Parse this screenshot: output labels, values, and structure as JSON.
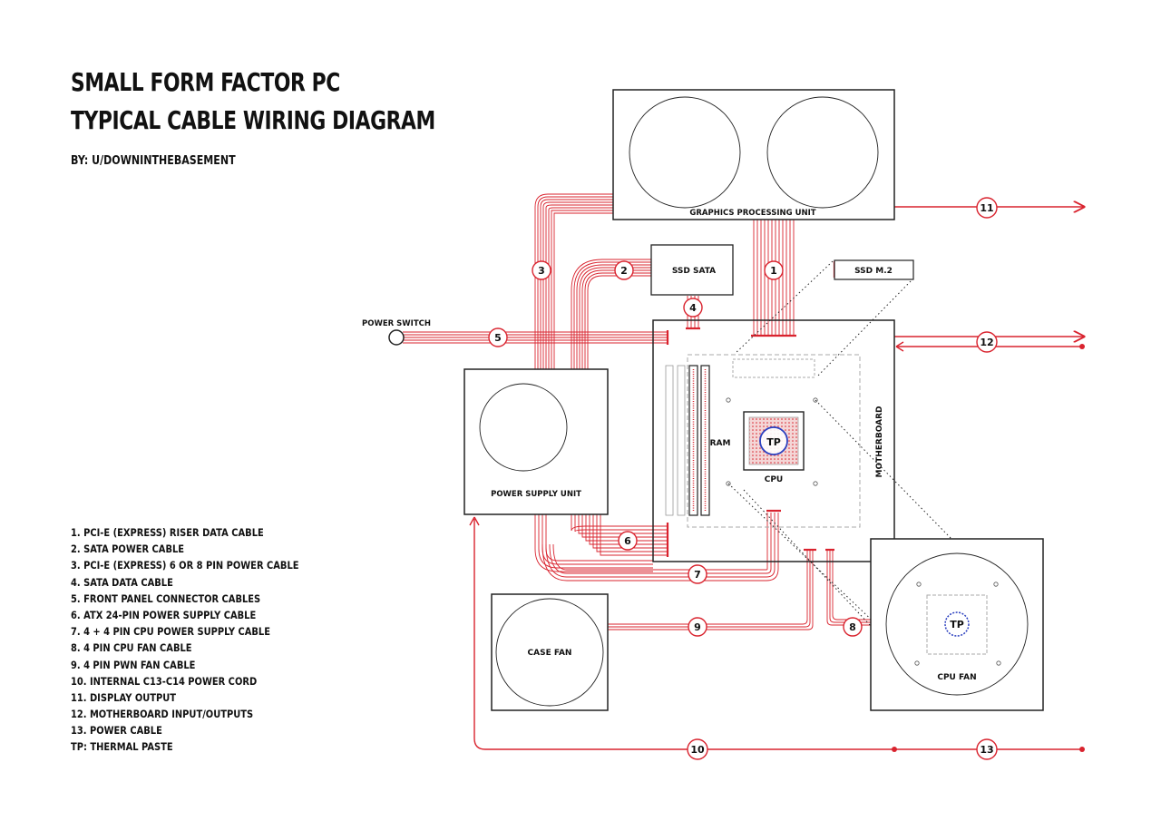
{
  "header": {
    "title_line1": "SMALL FORM FACTOR PC",
    "title_line2": "TYPICAL CABLE WIRING DIAGRAM",
    "byline": "BY: U/DOWNINTHEBASEMENT"
  },
  "components": {
    "gpu": "GRAPHICS PROCESSING UNIT",
    "ssd_sata": "SSD SATA",
    "ssd_m2": "SSD M.2",
    "power_switch": "POWER SWITCH",
    "psu": "POWER SUPPLY UNIT",
    "ram": "RAM",
    "cpu": "CPU",
    "thermal_paste": "TP",
    "motherboard": "MOTHERBOARD",
    "case_fan": "CASE FAN",
    "cpu_fan": "CPU FAN"
  },
  "callouts": [
    "1",
    "2",
    "3",
    "4",
    "5",
    "6",
    "7",
    "8",
    "9",
    "10",
    "11",
    "12",
    "13"
  ],
  "legend": [
    "1.  PCI-E (EXPRESS) RISER DATA CABLE",
    "2. SATA POWER CABLE",
    "3. PCI-E (EXPRESS) 6 OR 8 PIN POWER CABLE",
    "4. SATA DATA CABLE",
    "5. FRONT PANEL CONNECTOR CABLES",
    "6. ATX 24-PIN POWER SUPPLY CABLE",
    "7. 4 + 4 PIN CPU POWER SUPPLY CABLE",
    "8. 4 PIN CPU FAN CABLE",
    "9. 4 PIN PWN FAN CABLE",
    "10. INTERNAL C13-C14 POWER CORD",
    "11. DISPLAY OUTPUT",
    "12. MOTHERBOARD INPUT/OUTPUTS",
    "13. POWER CABLE",
    "TP: THERMAL PASTE"
  ],
  "colors": {
    "cable": "#d9232e",
    "outline": "#222222",
    "dashed": "#aaaaaa",
    "thermal_ring": "#2b3fbf"
  }
}
